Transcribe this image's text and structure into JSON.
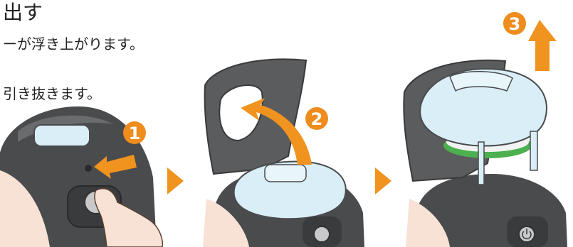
{
  "text": {
    "heading": "出す",
    "line1": "ーが浮き上がります。",
    "line2": "引き抜きます。"
  },
  "steps": [
    {
      "label": "1"
    },
    {
      "label": "2"
    },
    {
      "label": "3"
    }
  ],
  "colors": {
    "step_badge": "#EE8C1E",
    "arrow": "#F0931F",
    "lid_gray": "#5B5C5E",
    "tank_blue": "#D9EEF7",
    "skin": "#F7E2D5",
    "gasket_green": "#4CAF50"
  },
  "icons": [
    "arrow-left-icon",
    "arrow-curved-icon",
    "arrow-up-icon",
    "chevron-right-icon",
    "power-icon"
  ]
}
